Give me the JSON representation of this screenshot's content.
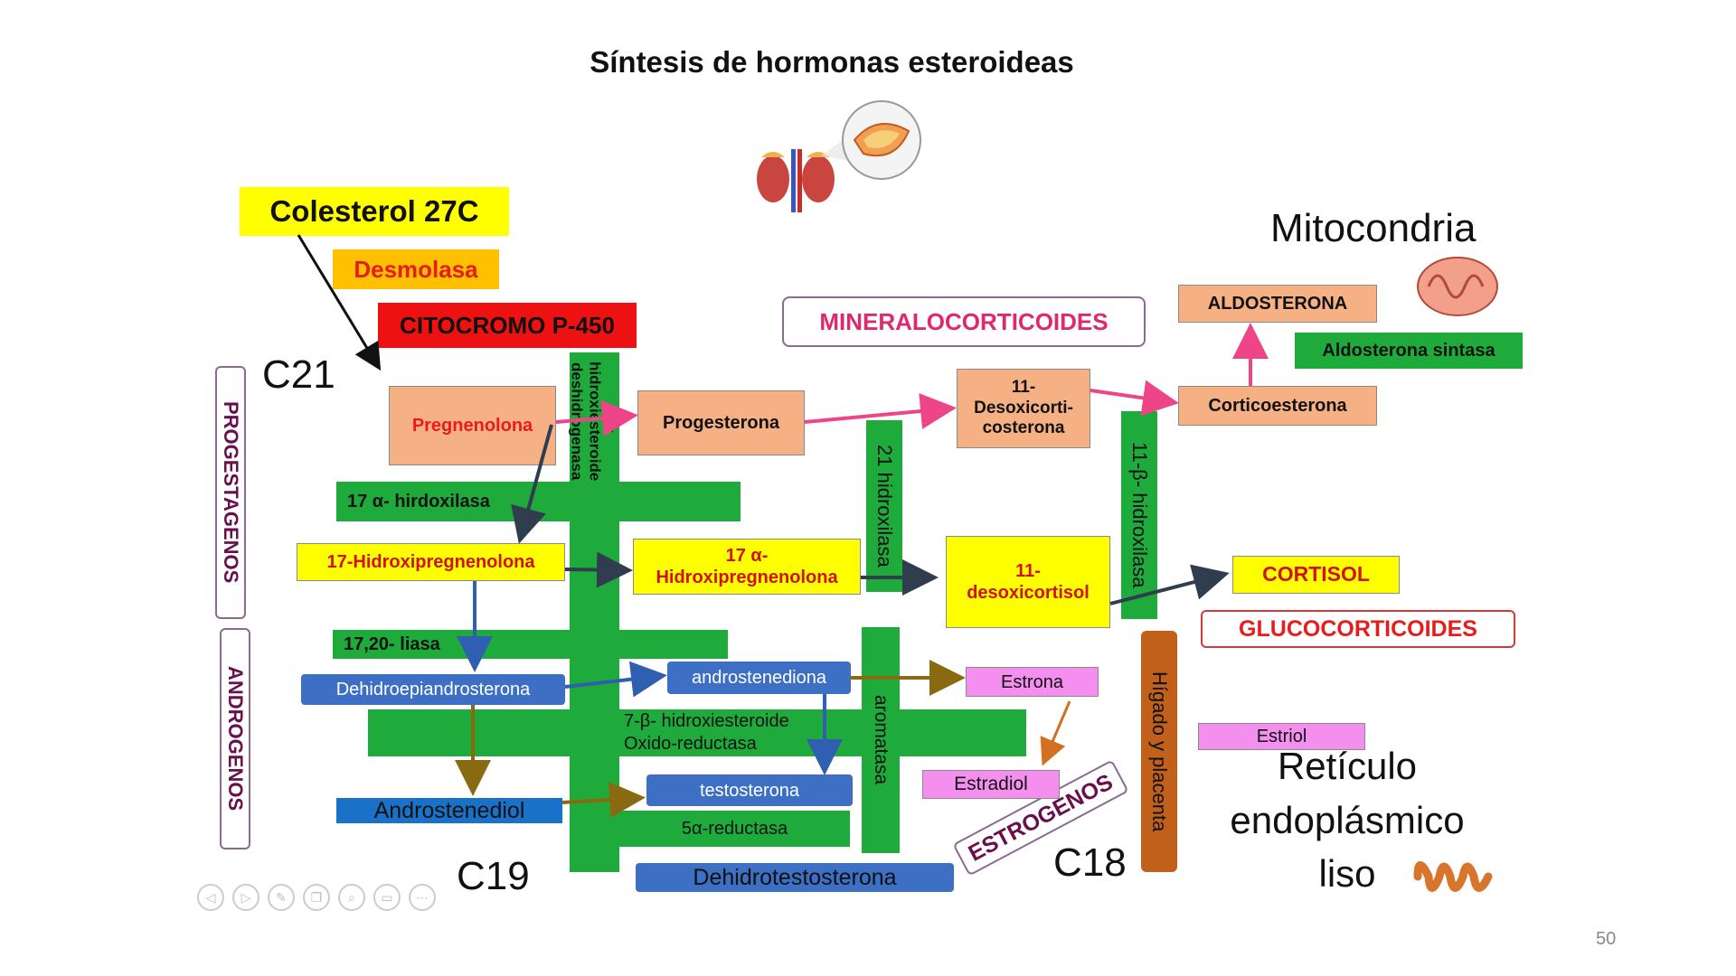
{
  "title": "Síntesis de hormonas esteroideas",
  "cholesterol": "Colesterol 27C",
  "desmolasa": "Desmolasa",
  "citocromo": "CITOCROMO P-450",
  "c21": "C21",
  "c19": "C19",
  "c18": "C18",
  "side_labels": {
    "progestagenos": "PROGESTAGENOS",
    "androgenos": "ANDROGENOS"
  },
  "mitocondria": "Mitocondria",
  "reticulo": "Retículo\nendoplásmico\nliso",
  "mineralocorticoides": "MINERALOCORTICOIDES",
  "glucocorticoides": "GLUCOCORTICOIDES",
  "estrogenos": "ESTROGENOS",
  "page_number": "50",
  "enzymes": {
    "hsd3b": "3β-\nhidroxiesteroide\ndeshidrogenasa",
    "hidroxilasa17": "17 α- hirdoxilasa",
    "liasa1720": "17,20- liasa",
    "hsd17b": "7-β- hidroxiesteroide\nOxido-reductasa",
    "hidroxilasa21": "21 hidroxilasa",
    "hidroxilasa11b": "11-β- hidroxilasa",
    "aromatasa": "aromatasa",
    "reductasa5a": "5α-reductasa",
    "aldosterona_sintasa": "Aldosterona sintasa",
    "higado": "Hígado y placenta"
  },
  "hormones": {
    "pregnenolona": "Pregnenolona",
    "progesterona": "Progesterona",
    "desoxicorticosterona": "11-\nDesoxicorti-\ncosterona",
    "corticoesterona": "Corticoesterona",
    "aldosterona": "ALDOSTERONA",
    "hidroxipregnenolona17": "17-Hidroxipregnenolona",
    "hidroxipregnenolona17a": "17 α-\nHidroxipregnenolona",
    "desoxicortisol": "11-\ndesoxicortisol",
    "cortisol": "CORTISOL",
    "dhea": "Dehidroepiandrosterona",
    "androstenediona": "androstenediona",
    "androstenediol": "Androstenediol",
    "testosterona": "testosterona",
    "dht": "Dehidrotestosterona",
    "estrona": "Estrona",
    "estradiol": "Estradiol",
    "estriol": "Estriol"
  },
  "colors": {
    "enzyme_green": "#1eab3c",
    "salmon": "#f5b183",
    "yellow": "#ffff00",
    "blue": "#3d6fc4",
    "pink": "#f48ff0",
    "red": "#ee1111",
    "purple": "#6a0f4d",
    "brown": "#c0601a"
  },
  "icons": [
    "kidney-adrenal-icon",
    "mitochondria-icon",
    "endoplasmic-reticulum-icon"
  ],
  "toolbar_icons": [
    "prev-icon",
    "next-icon",
    "pen-icon",
    "copy-icon",
    "zoom-icon",
    "screen-icon",
    "more-icon"
  ]
}
